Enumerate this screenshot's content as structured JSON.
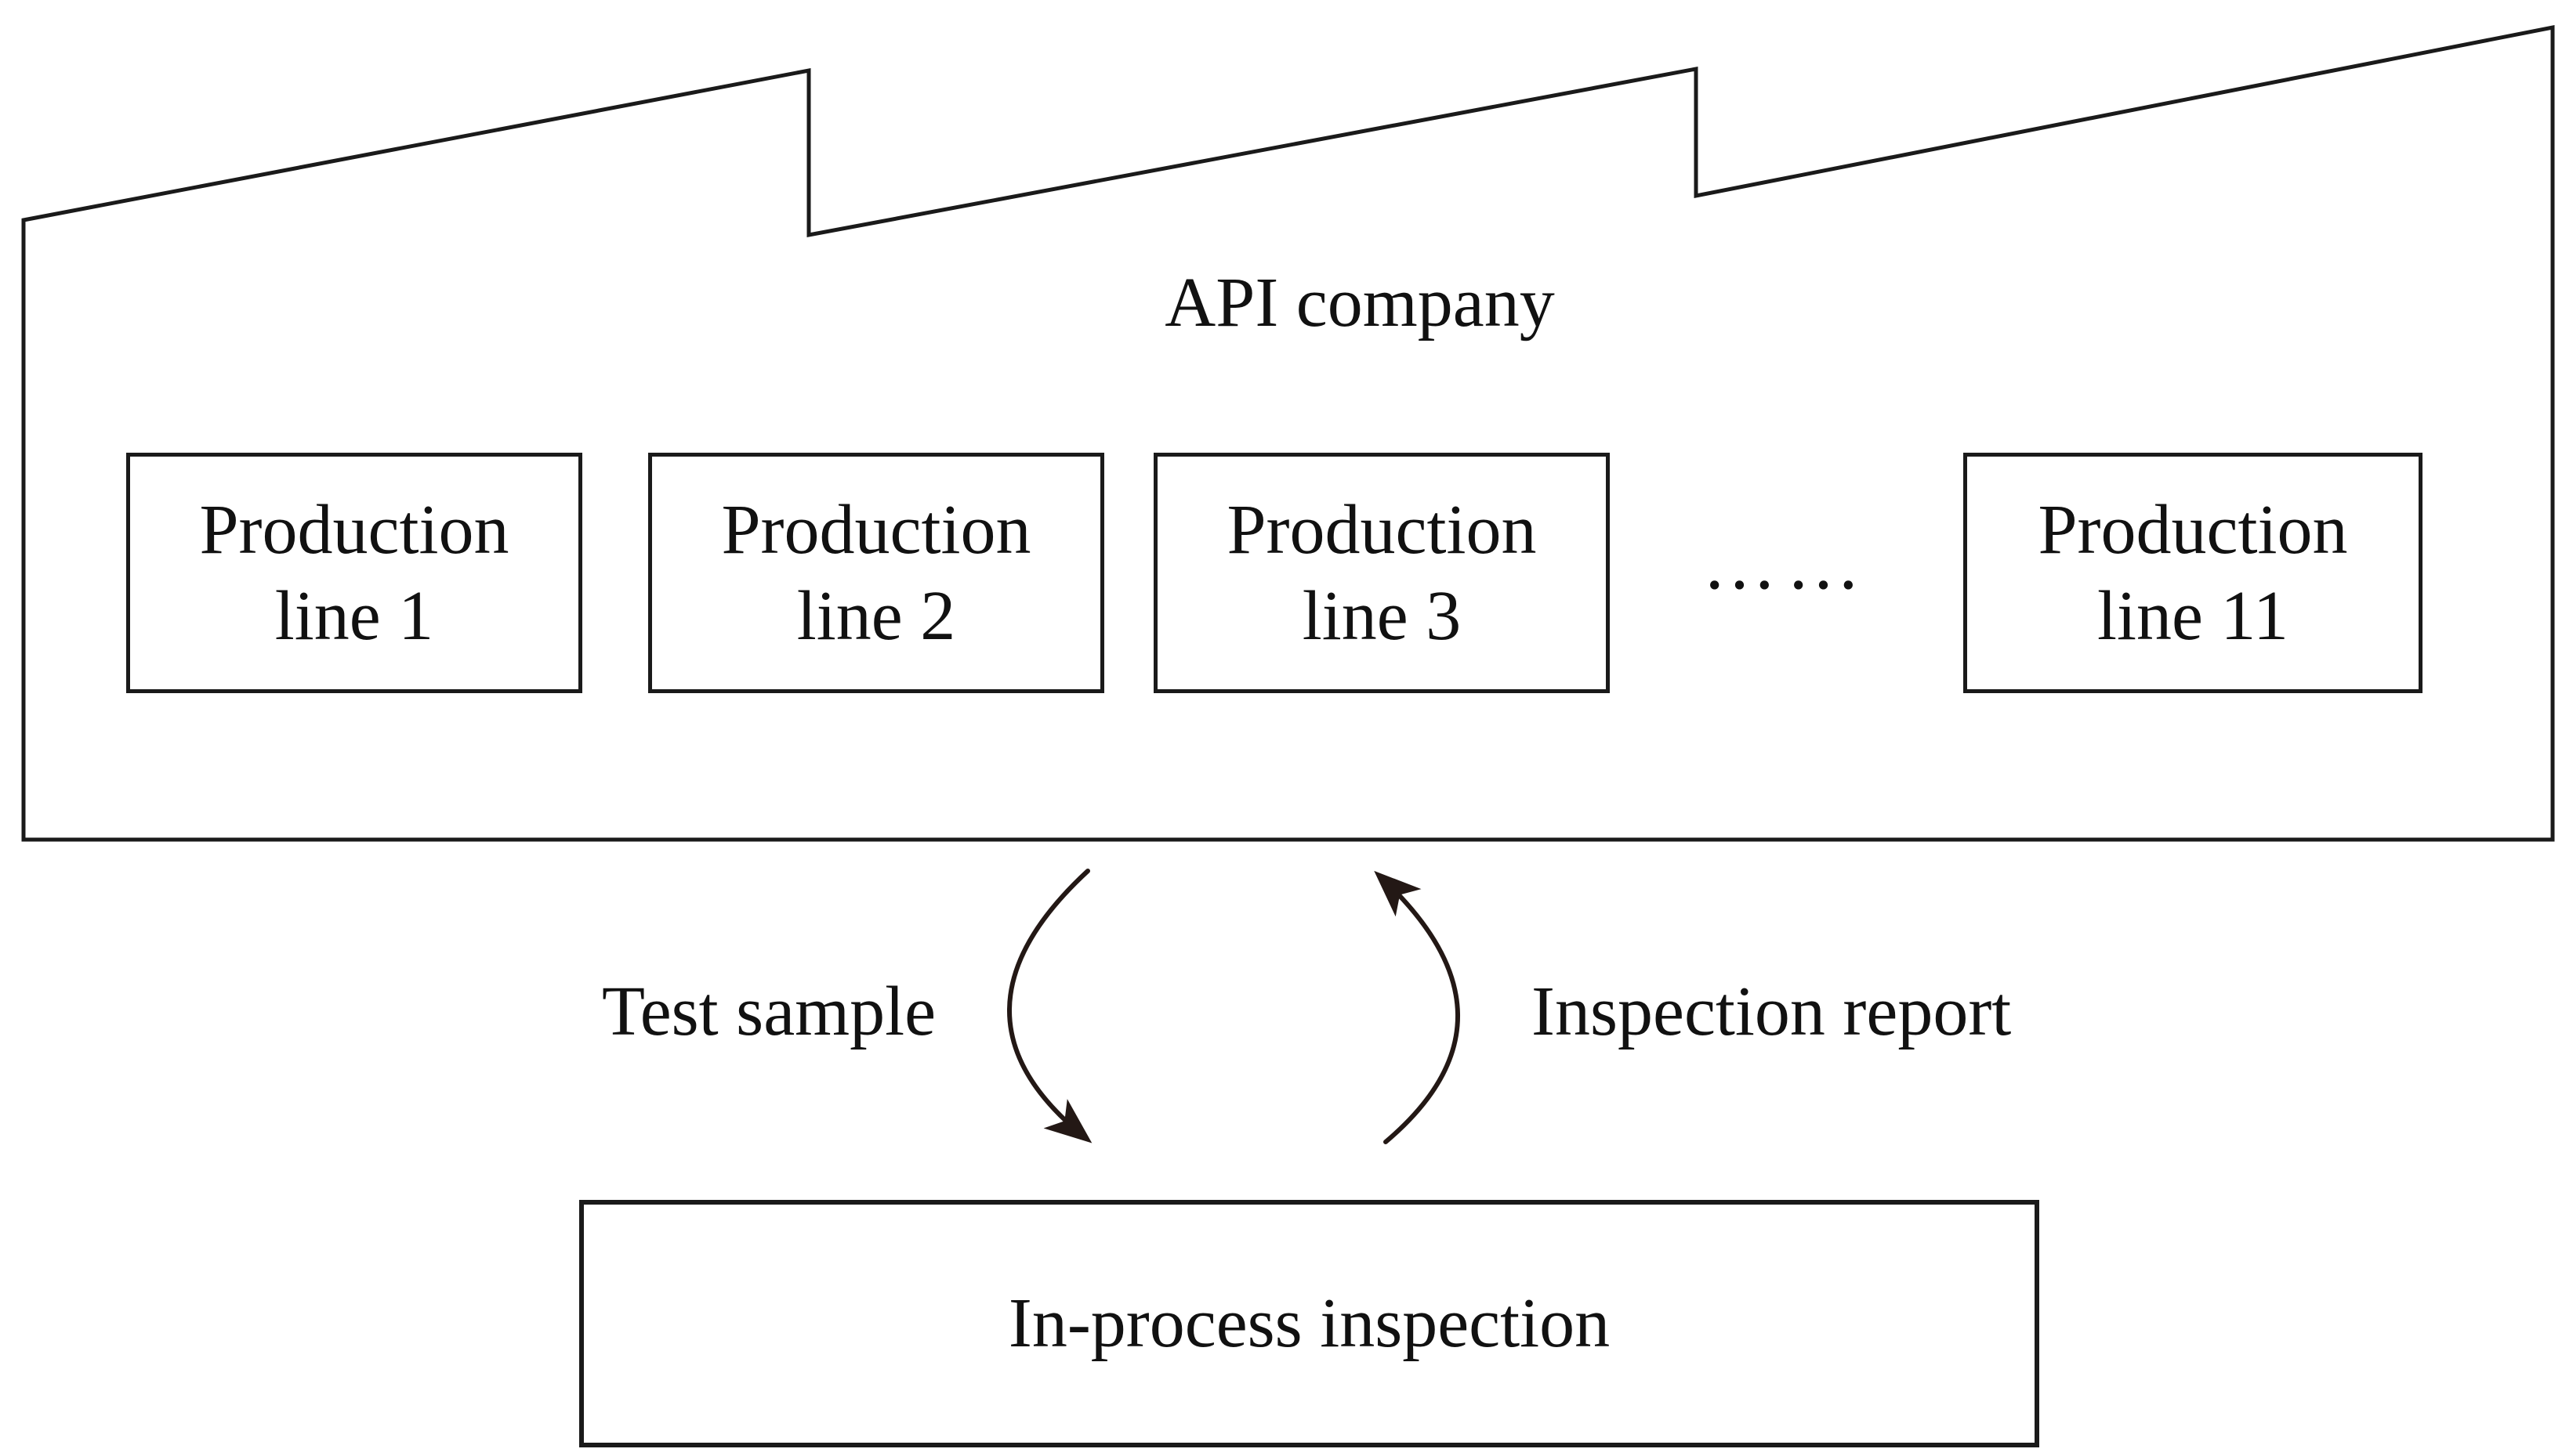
{
  "figure": {
    "company": {
      "label": "API company"
    },
    "production_row": {
      "boxes": [
        "Production line 1",
        "Production line 2",
        "Production line 3",
        "Production line 11"
      ],
      "ellipsis": "……"
    },
    "cycle": {
      "down_arrow_label": "Test sample",
      "up_arrow_label": "Inspection report"
    },
    "inspection": {
      "label": "In-process inspection"
    },
    "colors": {
      "outline": "#1a1a1a",
      "arrow": "#231815",
      "text": "#111111",
      "background": "#ffffff"
    }
  }
}
